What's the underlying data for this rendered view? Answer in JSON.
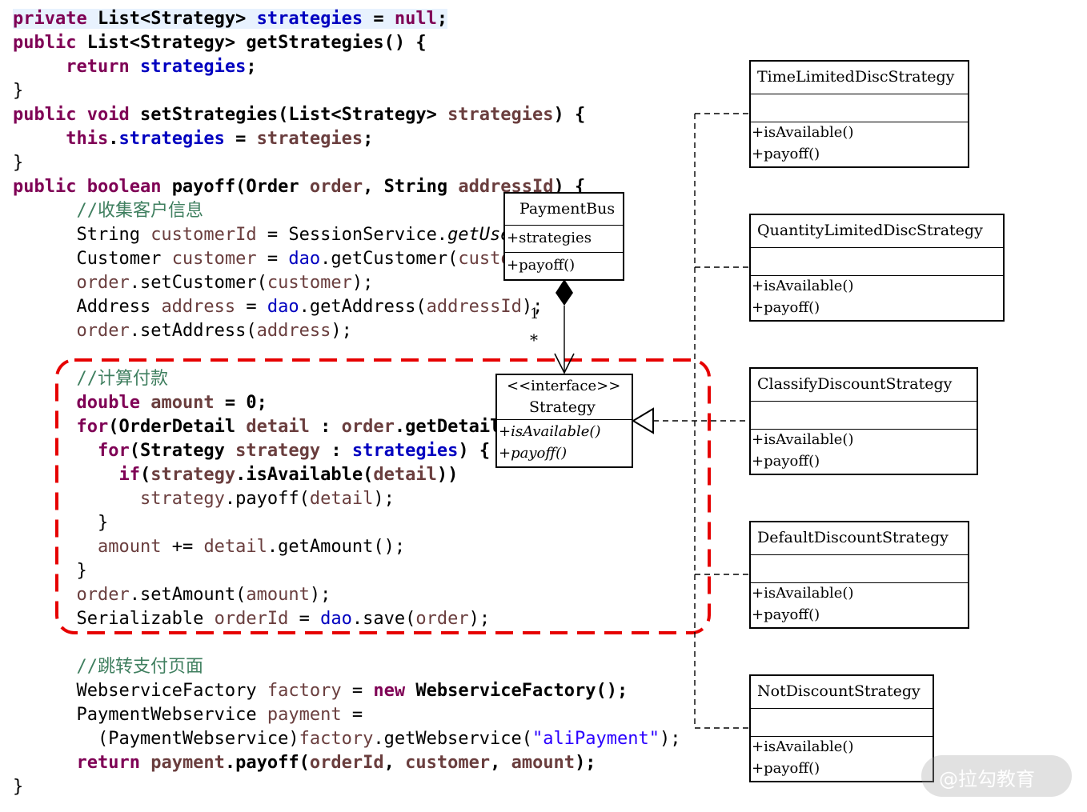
{
  "code_lines": [
    [
      {
        "t": "private ",
        "c": "kw hl"
      },
      {
        "t": "List<Strategy> ",
        "c": "b hl"
      },
      {
        "t": "strategies",
        "c": "fld b hl"
      },
      {
        "t": " = ",
        "c": "b hl"
      },
      {
        "t": "null",
        "c": "kw hl"
      },
      {
        "t": ";",
        "c": "b hl"
      }
    ],
    [
      {
        "t": "public ",
        "c": "kw"
      },
      {
        "t": "List<Strategy> getStrategies() {",
        "c": "b"
      }
    ],
    [
      {
        "t": "     "
      },
      {
        "t": "return ",
        "c": "kw"
      },
      {
        "t": "strategies",
        "c": "fld b"
      },
      {
        "t": ";",
        "c": "b"
      }
    ],
    [
      {
        "t": "}"
      }
    ],
    [
      {
        "t": "public ",
        "c": "kw"
      },
      {
        "t": "void ",
        "c": "kw"
      },
      {
        "t": "setStrategies(List<Strategy> ",
        "c": "b"
      },
      {
        "t": "strategies",
        "c": "var b"
      },
      {
        "t": ") {",
        "c": "b"
      }
    ],
    [
      {
        "t": "     "
      },
      {
        "t": "this",
        "c": "kw"
      },
      {
        "t": ".",
        "c": "b"
      },
      {
        "t": "strategies",
        "c": "fld b"
      },
      {
        "t": " = ",
        "c": "b"
      },
      {
        "t": "strategies",
        "c": "var b"
      },
      {
        "t": ";",
        "c": "b"
      }
    ],
    [
      {
        "t": "}"
      }
    ],
    [
      {
        "t": "public ",
        "c": "kw"
      },
      {
        "t": "boolean ",
        "c": "kw"
      },
      {
        "t": "payoff(Order ",
        "c": "b"
      },
      {
        "t": "order",
        "c": "var b"
      },
      {
        "t": ", String ",
        "c": "b"
      },
      {
        "t": "addressId",
        "c": "var b"
      },
      {
        "t": ") {",
        "c": "b"
      }
    ],
    [
      {
        "t": "      "
      },
      {
        "t": "//收集客户信息",
        "c": "cm"
      }
    ],
    [
      {
        "t": "      String "
      },
      {
        "t": "customerId",
        "c": "var"
      },
      {
        "t": " = SessionService."
      },
      {
        "t": "getUserId",
        "c": "it"
      },
      {
        "t": "();"
      }
    ],
    [
      {
        "t": "      Customer "
      },
      {
        "t": "customer",
        "c": "var"
      },
      {
        "t": " = "
      },
      {
        "t": "dao",
        "c": "fld"
      },
      {
        "t": ".getCustomer("
      },
      {
        "t": "customerId",
        "c": "var"
      },
      {
        "t": ");"
      }
    ],
    [
      {
        "t": "      "
      },
      {
        "t": "order",
        "c": "var"
      },
      {
        "t": ".setCustomer("
      },
      {
        "t": "customer",
        "c": "var"
      },
      {
        "t": ");"
      }
    ],
    [
      {
        "t": "      Address "
      },
      {
        "t": "address",
        "c": "var"
      },
      {
        "t": " = "
      },
      {
        "t": "dao",
        "c": "fld"
      },
      {
        "t": ".getAddress("
      },
      {
        "t": "addressId",
        "c": "var"
      },
      {
        "t": ");"
      }
    ],
    [
      {
        "t": "      "
      },
      {
        "t": "order",
        "c": "var"
      },
      {
        "t": ".setAddress("
      },
      {
        "t": "address",
        "c": "var"
      },
      {
        "t": ");"
      }
    ],
    [
      {
        "t": ""
      }
    ],
    [
      {
        "t": "      "
      },
      {
        "t": "//计算付款",
        "c": "cm"
      }
    ],
    [
      {
        "t": "      "
      },
      {
        "t": "double ",
        "c": "kw"
      },
      {
        "t": "amount",
        "c": "var b"
      },
      {
        "t": " = 0;",
        "c": "b"
      }
    ],
    [
      {
        "t": "      "
      },
      {
        "t": "for",
        "c": "kw"
      },
      {
        "t": "(OrderDetail ",
        "c": "b"
      },
      {
        "t": "detail",
        "c": "var b"
      },
      {
        "t": " : ",
        "c": "b"
      },
      {
        "t": "order",
        "c": "var b"
      },
      {
        "t": ".getDetails()) {",
        "c": "b"
      }
    ],
    [
      {
        "t": "        "
      },
      {
        "t": "for",
        "c": "kw"
      },
      {
        "t": "(Strategy ",
        "c": "b"
      },
      {
        "t": "strategy",
        "c": "var b"
      },
      {
        "t": " : ",
        "c": "b"
      },
      {
        "t": "strategies",
        "c": "fld b"
      },
      {
        "t": ") {",
        "c": "b"
      }
    ],
    [
      {
        "t": "          "
      },
      {
        "t": "if",
        "c": "kw"
      },
      {
        "t": "(",
        "c": "b"
      },
      {
        "t": "strategy",
        "c": "var b"
      },
      {
        "t": ".isAvailable(",
        "c": "b"
      },
      {
        "t": "detail",
        "c": "var b"
      },
      {
        "t": "))",
        "c": "b"
      }
    ],
    [
      {
        "t": "            "
      },
      {
        "t": "strategy",
        "c": "var"
      },
      {
        "t": ".payoff("
      },
      {
        "t": "detail",
        "c": "var"
      },
      {
        "t": ");"
      }
    ],
    [
      {
        "t": "        }"
      }
    ],
    [
      {
        "t": "        "
      },
      {
        "t": "amount",
        "c": "var"
      },
      {
        "t": " += "
      },
      {
        "t": "detail",
        "c": "var"
      },
      {
        "t": ".getAmount();"
      }
    ],
    [
      {
        "t": "      }"
      }
    ],
    [
      {
        "t": "      "
      },
      {
        "t": "order",
        "c": "var"
      },
      {
        "t": ".setAmount("
      },
      {
        "t": "amount",
        "c": "var"
      },
      {
        "t": ");"
      }
    ],
    [
      {
        "t": "      Serializable "
      },
      {
        "t": "orderId",
        "c": "var"
      },
      {
        "t": " = "
      },
      {
        "t": "dao",
        "c": "fld"
      },
      {
        "t": ".save("
      },
      {
        "t": "order",
        "c": "var"
      },
      {
        "t": ");"
      }
    ],
    [
      {
        "t": ""
      }
    ],
    [
      {
        "t": "      "
      },
      {
        "t": "//跳转支付页面",
        "c": "cm"
      }
    ],
    [
      {
        "t": "      WebserviceFactory "
      },
      {
        "t": "factory",
        "c": "var"
      },
      {
        "t": " = "
      },
      {
        "t": "new ",
        "c": "kw"
      },
      {
        "t": "WebserviceFactory();",
        "c": "b"
      }
    ],
    [
      {
        "t": "      PaymentWebservice "
      },
      {
        "t": "payment",
        "c": "var"
      },
      {
        "t": " ="
      }
    ],
    [
      {
        "t": "        (PaymentWebservice)"
      },
      {
        "t": "factory",
        "c": "var"
      },
      {
        "t": ".getWebservice("
      },
      {
        "t": "\"aliPayment\"",
        "c": "str"
      },
      {
        "t": ");"
      }
    ],
    [
      {
        "t": "      "
      },
      {
        "t": "return ",
        "c": "kw"
      },
      {
        "t": "payment",
        "c": "var b"
      },
      {
        "t": ".payoff(",
        "c": "b"
      },
      {
        "t": "orderId",
        "c": "var b"
      },
      {
        "t": ", ",
        "c": "b"
      },
      {
        "t": "customer",
        "c": "var b"
      },
      {
        "t": ", ",
        "c": "b"
      },
      {
        "t": "amount",
        "c": "var b"
      },
      {
        "t": ");",
        "c": "b"
      }
    ],
    [
      {
        "t": "}"
      }
    ]
  ],
  "uml": {
    "payment_bus": {
      "name": "PaymentBus",
      "attribute": "+strategies",
      "operation": "+payoff()"
    },
    "strategy": {
      "stereotype": "<<interface>>",
      "name": "Strategy",
      "operations": [
        "+isAvailable()",
        "+payoff()"
      ]
    },
    "multiplicity_one": "1",
    "multiplicity_many": "*",
    "implementations": [
      {
        "name": "TimeLimitedDiscStrategy",
        "operations": [
          "+isAvailable()",
          "+payoff()"
        ]
      },
      {
        "name": "QuantityLimitedDiscStrategy",
        "operations": [
          "+isAvailable()",
          "+payoff()"
        ]
      },
      {
        "name": "ClassifyDiscountStrategy",
        "operations": [
          "+isAvailable()",
          "+payoff()"
        ]
      },
      {
        "name": "DefaultDiscountStrategy",
        "operations": [
          "+isAvailable()",
          "+payoff()"
        ]
      },
      {
        "name": "NotDiscountStrategy",
        "operations": [
          "+isAvailable()",
          "+payoff()"
        ]
      }
    ]
  },
  "highlight_color": "#e60000",
  "watermark": "@拉勾教育"
}
